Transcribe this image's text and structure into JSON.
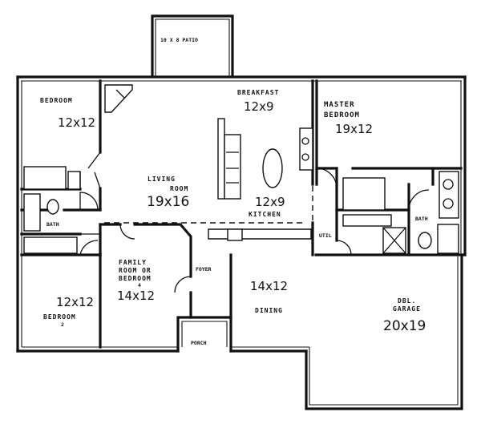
{
  "rooms": {
    "patio": {
      "label": "10 X 8 PATIO"
    },
    "bedroom_ne": {
      "label": "BEDROOM",
      "size": "12x12"
    },
    "breakfast": {
      "label": "BREAKFAST",
      "size": "12x9"
    },
    "master": {
      "label_1": "MASTER",
      "label_2": "BEDROOM",
      "size": "19x12"
    },
    "living": {
      "label_1": "LIVING",
      "label_2": "ROOM",
      "size": "19x16"
    },
    "kitchen": {
      "label": "KITCHEN",
      "size": "12x9"
    },
    "bath_1": {
      "label": "BATH"
    },
    "bath_2": {
      "label": "BATH"
    },
    "util": {
      "label": "UTIL"
    },
    "family": {
      "label_1": "FAMILY",
      "label_2": "ROOM OR",
      "label_3": "BEDROOM",
      "mark": "4",
      "size": "14x12"
    },
    "foyer": {
      "label": "FOYER"
    },
    "dining": {
      "label": "DINING",
      "size": "14x12"
    },
    "bedroom_sw": {
      "label": "BEDROOM",
      "mark": "2",
      "size": "12x12"
    },
    "garage": {
      "label_1": "DBL.",
      "label_2": "GARAGE",
      "size": "20x19"
    },
    "porch": {
      "label": "PORCH"
    }
  }
}
